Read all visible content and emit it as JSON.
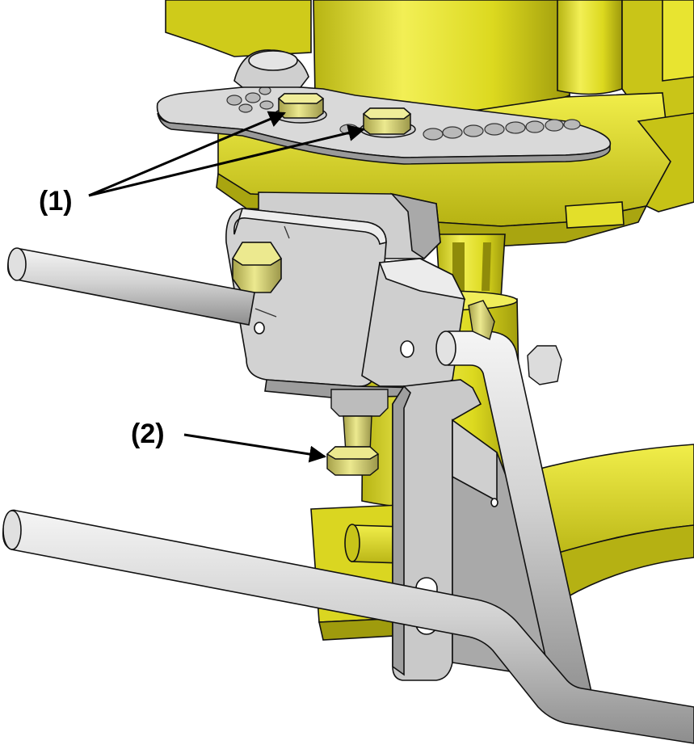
{
  "callouts": [
    {
      "id": "1",
      "label": "(1)"
    },
    {
      "id": "2",
      "label": "(2)"
    }
  ],
  "colors": {
    "yellow": "#e8e62a",
    "yellow_dark": "#a9a40f",
    "yellow_light": "#f4f17a",
    "steel": "#c8c8c8",
    "steel_dark": "#8a8a8a",
    "steel_light": "#ececec",
    "brass": "#d7d36a",
    "outline": "#111111"
  }
}
